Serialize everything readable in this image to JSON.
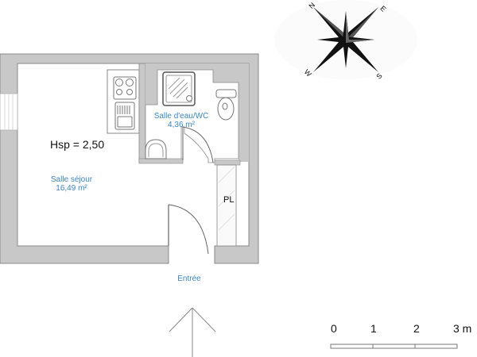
{
  "plan": {
    "height_label": "Hsp = 2,50",
    "rooms": [
      {
        "name": "Salle séjour",
        "area": "16,49 m²"
      },
      {
        "name": "Salle d'eau/WC",
        "area": "4,36 m²"
      }
    ],
    "closet_label": "PL",
    "entrance_label": "Entrée"
  },
  "compass": {
    "labels": [
      "N",
      "E",
      "S",
      "W"
    ]
  },
  "scale_bar": {
    "ticks": [
      "0",
      "1",
      "2",
      "3 m"
    ]
  },
  "colors": {
    "wall": "#c8c8c8",
    "wall_outline": "#8a8a8a",
    "label_blue": "#3a86c8",
    "text": "#111111"
  }
}
